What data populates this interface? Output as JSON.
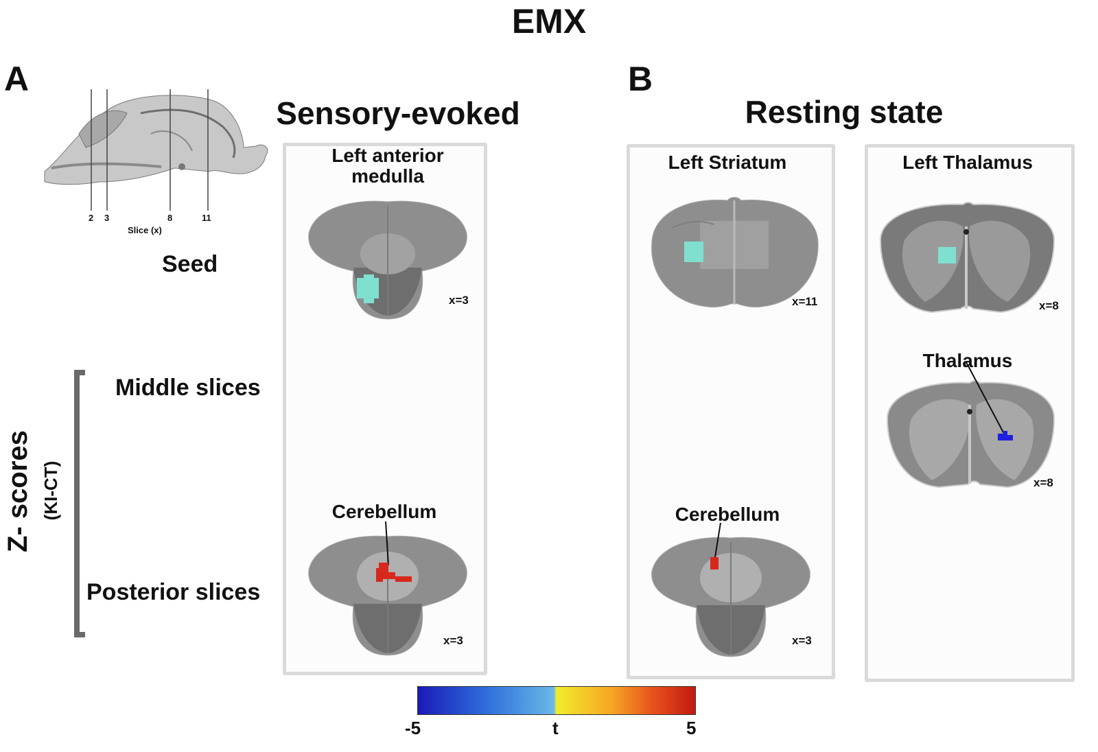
{
  "figure": {
    "title": "EMX",
    "panel_a": {
      "letter": "A",
      "condition": "Sensory-evoked",
      "seed_label": "Seed",
      "middle_label": "Middle slices",
      "posterior_label": "Posterior slices",
      "zscore_label": "Z- scores",
      "zscore_sub": "(KI-CT)",
      "sagittal": {
        "axis_title": "Slice (x)",
        "slice_ticks": [
          "2",
          "3",
          "8",
          "11"
        ]
      },
      "column": {
        "title": "Left anterior medulla",
        "seed_slice": "x=3",
        "posterior_region": "Cerebellum",
        "posterior_slice": "x=3"
      }
    },
    "panel_b": {
      "letter": "B",
      "condition": "Resting state",
      "columns": [
        {
          "title": "Left Striatum",
          "seed_slice": "x=11",
          "posterior_region": "Cerebellum",
          "posterior_slice": "x=3"
        },
        {
          "title": "Left Thalamus",
          "seed_slice": "x=8",
          "middle_region": "Thalamus",
          "middle_slice": "x=8"
        }
      ]
    },
    "colorbar": {
      "min_label": "-5",
      "mid_label": "t",
      "max_label": "5",
      "range": [
        -5,
        5
      ],
      "colors": [
        "#1a1ab8",
        "#2f6fdc",
        "#6ab8e8",
        "#f2ec2a",
        "#f5a623",
        "#e8501c",
        "#c21a10"
      ]
    },
    "colors": {
      "seed": "#7fe0d0",
      "positive": "#d8281c",
      "negative": "#2020e0"
    }
  }
}
